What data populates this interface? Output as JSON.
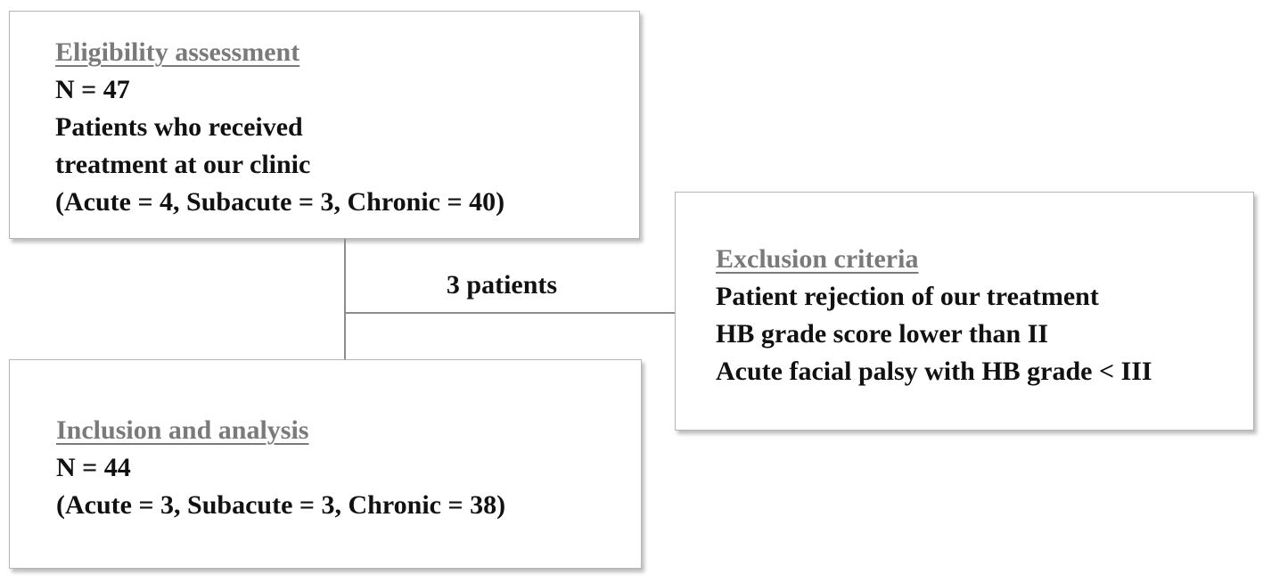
{
  "colors": {
    "background": "#ffffff",
    "box_border": "#b5b5b5",
    "title_gray": "#7a7a7a",
    "text_black": "#111111",
    "connector_gray": "#8c8c8c"
  },
  "boxes": {
    "eligibility": {
      "title": "Eligibility assessment",
      "lines": [
        "N = 47",
        "Patients who received",
        "treatment at our clinic",
        "(Acute = 4, Subacute = 3, Chronic = 40)"
      ]
    },
    "exclusion": {
      "title": "Exclusion criteria",
      "lines": [
        "Patient rejection of our treatment",
        "HB grade score lower than II",
        "Acute facial palsy with HB grade < III"
      ]
    },
    "inclusion": {
      "title": "Inclusion and analysis",
      "lines": [
        "N = 44",
        "(Acute = 3, Subacute = 3, Chronic = 38)"
      ]
    }
  },
  "connector": {
    "label": "3 patients"
  }
}
